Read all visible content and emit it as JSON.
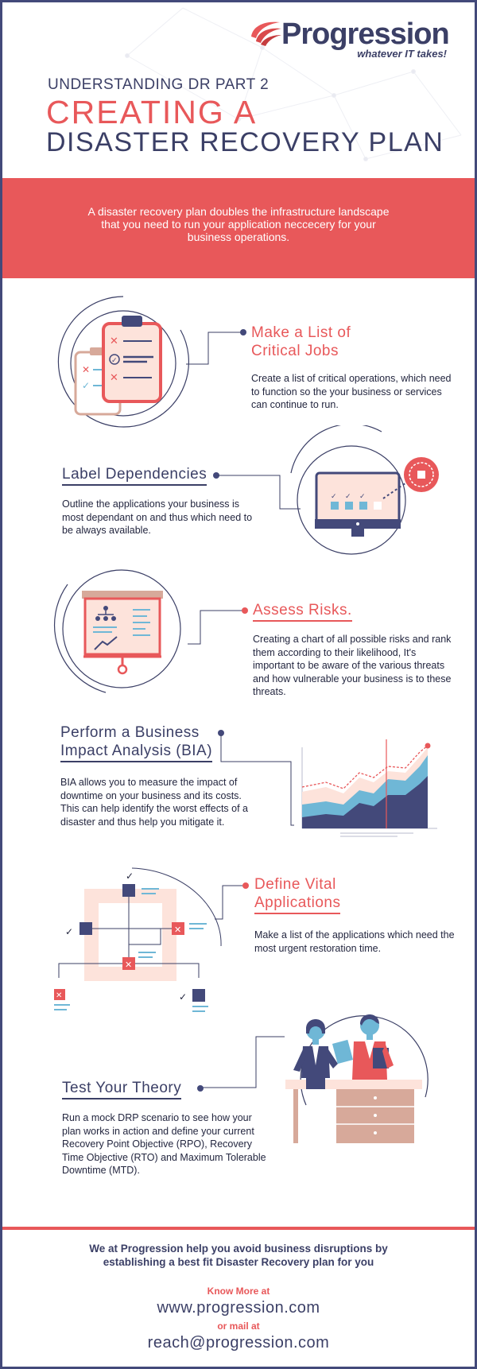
{
  "brand": {
    "name": "Progression",
    "tagline": "whatever IT takes!",
    "navy": "#3b3f66",
    "red": "#e8585a",
    "pink": "#fde3db"
  },
  "header": {
    "kicker": "UNDERSTANDING DR PART 2",
    "title_line1": "CREATING A",
    "title_line2": "DISASTER RECOVERY PLAN"
  },
  "intro": {
    "text": "A disaster recovery plan doubles the infrastructure landscape that you need to run your application neccecery for your business operations."
  },
  "sections": [
    {
      "title_line1": "Make a List of",
      "title_line2": "Critical Jobs",
      "text": "Create a list of critical operations, which need to function so the your business or services can continue to run.",
      "icon": "clipboard-icon"
    },
    {
      "title_line1": "Label Dependencies",
      "text": "Outline the applications your business is most dependant on and thus which need to be always available.",
      "icon": "monitor-icon"
    },
    {
      "title_line1": "Assess Risks.",
      "text": "Creating a chart of all possible risks and rank them according to their likelihood, It's important to be aware of the various threats and how vulnerable your business is to these threats.",
      "icon": "presentation-board-icon"
    },
    {
      "title_line1": "Perform a Business",
      "title_line2": "Impact Analysis (BIA)",
      "text": "BIA allows you to measure the impact of downtime on your business and its costs. This can help identify the worst effects of a disaster and thus help you mitigate it.",
      "icon": "area-chart-icon"
    },
    {
      "title_line1": "Define Vital",
      "title_line2": "Applications",
      "text": "Make a list of the applications which need the most urgent restoration time.",
      "icon": "flow-diagram-icon"
    },
    {
      "title_line1": "Test Your Theory",
      "text": "Run a mock DRP scenario to see how your plan works in action and define your current Recovery Point Objective (RPO), Recovery Time Objective (RTO) and Maximum Tolerable Downtime (MTD).",
      "icon": "business-people-icon"
    }
  ],
  "footer": {
    "text": "We at Progression help you avoid  business disruptions by establishing a best fit Disaster Recovery plan for you",
    "know_more": "Know More at",
    "website": "www.progression.com",
    "or_mail": "or mail at",
    "email": "reach@progression.com"
  }
}
